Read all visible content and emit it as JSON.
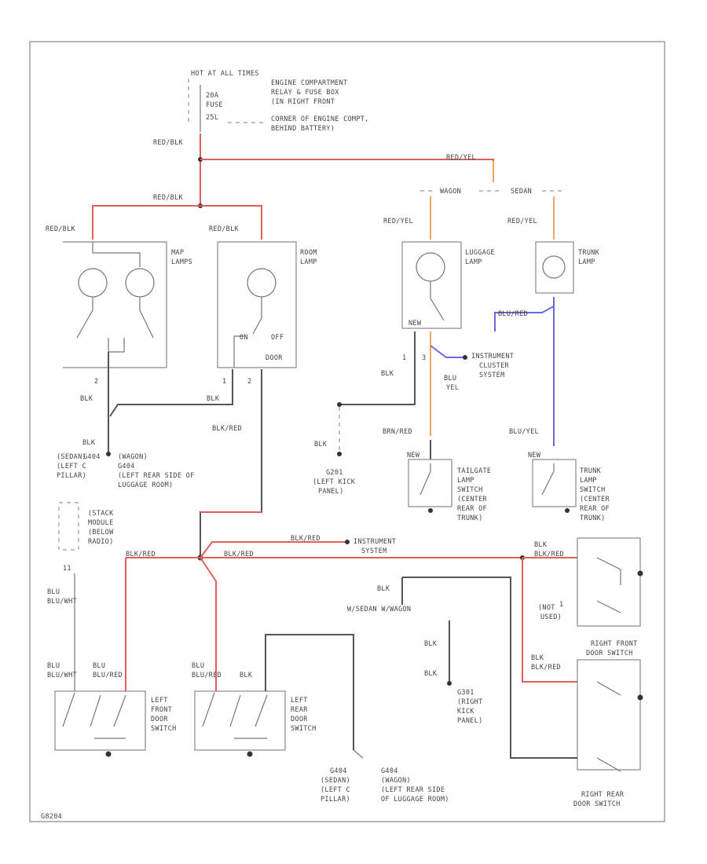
{
  "labels": {
    "hot_at_all_times": "HOT AT ALL TIMES",
    "fuse_rating": "20A",
    "fuse_word": "FUSE",
    "fuse_id": "25L",
    "fuse_loc_1": "ENGINE COMPARTMENT",
    "fuse_loc_2": "RELAY & FUSE BOX",
    "fuse_loc_3": "(IN RIGHT FRONT",
    "fuse_loc_4": "CORNER OF ENGINE COMPT,",
    "fuse_loc_5": "BEHIND BATTERY)",
    "wire_red_blk": "RED/BLK",
    "wire_red_yel": "RED/YEL",
    "wire_blk": "BLK",
    "wire_blk_red": "BLK/RED",
    "wire_blu_yel": "BLU/YEL",
    "wire_blu_wht": "BLU/WHT",
    "wire_blu_red": "BLU/RED",
    "wire_brn_red": "BRN/RED",
    "wire_blu": "BLU",
    "wire_yel": "YEL",
    "wagon": "WAGON",
    "sedan": "SEDAN",
    "map_lamps_1": "MAP",
    "map_lamps_2": "LAMPS",
    "room_lamp_1": "ROOM",
    "room_lamp_2": "LAMP",
    "luggage_lamp_1": "LUGGAGE",
    "luggage_lamp_2": "LAMP",
    "trunk_lamp_1": "TRUNK",
    "trunk_lamp_2": "LAMP",
    "on": "ON",
    "off": "OFF",
    "door": "DOOR",
    "new": "NEW",
    "instrument_cluster": "INSTRUMENT",
    "cluster_system": "CLUSTER",
    "system": "SYSTEM",
    "g_sedan": "(SEDAN)",
    "g_sedan_id": "G404",
    "g_left_c_pillar": "(LEFT C",
    "g_pillar": "PILLAR)",
    "g_wagon": "(WAGON)",
    "g_wagon_id": "G404",
    "g_left_rear_1": "(LEFT REAR SIDE OF",
    "g_left_rear_2": "LUGGAGE ROOM)",
    "g_201": "G201",
    "g_left_kick": "(LEFT KICK",
    "g_panel": "PANEL)",
    "g_301": "G301",
    "g_right_kick": "(RIGHT",
    "g_kick": "KICK",
    "tailgate_1": "TAILGATE",
    "tailgate_2": "LAMP",
    "tailgate_3": "SWITCH",
    "tailgate_4": "(CENTER",
    "tailgate_5": "REAR OF",
    "tailgate_6": "TRUNK)",
    "trunk_sw_1": "TRUNK",
    "trunk_sw_2": "LAMP",
    "trunk_sw_3": "SWITCH",
    "trunk_sw_4": "(CENTER",
    "trunk_sw_5": "REAR OF",
    "trunk_sw_6": "TRUNK)",
    "stack_1": "(STACK",
    "stack_2": "MODULE",
    "stack_3": "(BELOW",
    "stack_4": "RADIO)",
    "wagon_sedan_split": "W/SEDAN   W/WAGON",
    "not_used_1": "(NOT",
    "not_used_2": "USED)",
    "right_front_1": "RIGHT FRONT",
    "right_front_2": "DOOR SWITCH",
    "right_rear_1": "RIGHT REAR",
    "right_rear_2": "DOOR SWITCH",
    "left_front_1": "LEFT",
    "left_front_2": "FRONT",
    "left_front_3": "DOOR",
    "left_front_4": "SWITCH",
    "left_rear_1": "LEFT",
    "left_rear_2": "REAR",
    "left_rear_3": "DOOR",
    "left_rear_4": "SWITCH",
    "ground_sedan_b": "G404",
    "ground_sedan_b2": "(SEDAN)",
    "ground_sedan_b3": "(LEFT C",
    "ground_sedan_b4": "PILLAR)",
    "ground_wagon_b": "G404",
    "ground_wagon_b2": "(WAGON)",
    "ground_wagon_b3": "(LEFT REAR SIDE",
    "ground_wagon_b4": "OF LUGGAGE ROOM)",
    "pin_1": "1",
    "pin_2": "2",
    "pin_3": "3",
    "pin_11": "11",
    "figure_id": "G8204"
  }
}
